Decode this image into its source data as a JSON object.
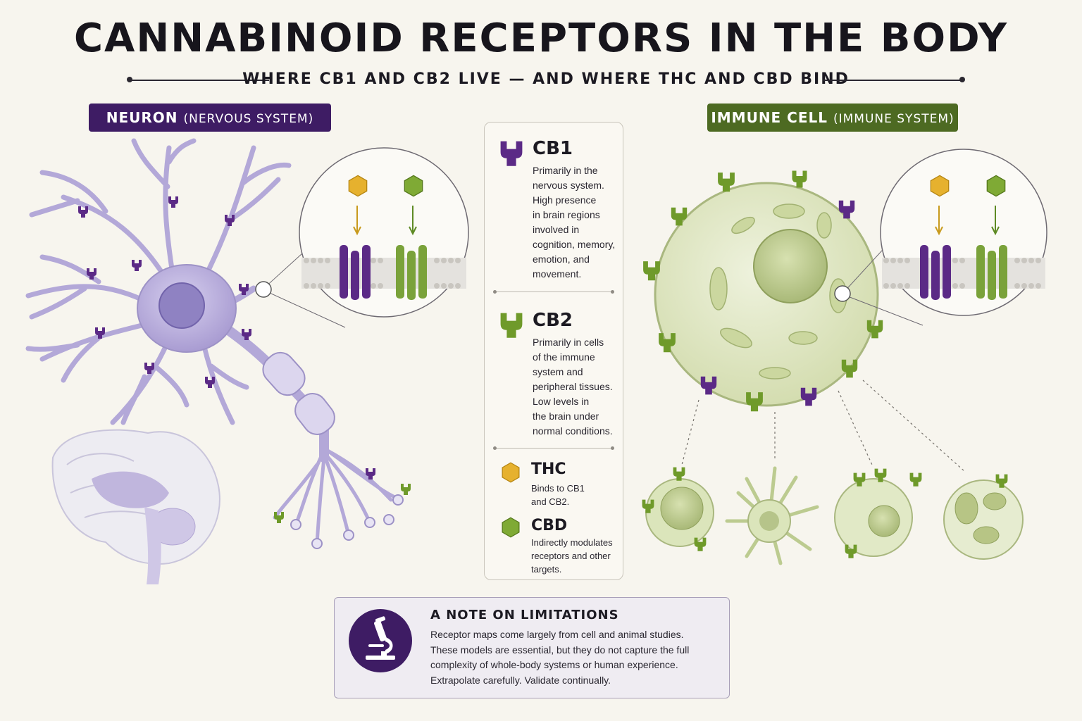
{
  "title": "CANNABINOID RECEPTORS IN THE BODY",
  "subtitle": "WHERE CB1 AND CB2 LIVE — AND WHERE THC AND CBD BIND",
  "neuron_panel": {
    "label": "NEURON",
    "sublabel": "(NERVOUS SYSTEM)"
  },
  "immune_panel": {
    "label": "IMMUNE CELL",
    "sublabel": "(IMMUNE SYSTEM)"
  },
  "legend": {
    "cb1": {
      "name": "CB1",
      "description": [
        "Primarily in the",
        "nervous system.",
        "High presence",
        "in brain regions",
        "involved in",
        "cognition, memory,",
        "emotion, and",
        "movement."
      ]
    },
    "cb2": {
      "name": "CB2",
      "description": [
        "Primarily in cells",
        "of the immune",
        "system and",
        "peripheral tissues.",
        "Low levels in",
        "the brain under",
        "normal conditions."
      ]
    },
    "thc": {
      "name": "THC",
      "description": [
        "Binds to CB1",
        "and CB2."
      ]
    },
    "cbd": {
      "name": "CBD",
      "description": [
        "Indirectly modulates",
        "receptors and other",
        "targets."
      ]
    }
  },
  "note": {
    "title": "A NOTE ON LIMITATIONS",
    "lines": [
      "Receptor maps come largely from cell and animal studies.",
      "These models are essential, but they do not capture the full",
      "complexity of whole-body systems or human experience.",
      "Extrapolate carefully. Validate continually."
    ]
  },
  "colors": {
    "cb1_purple": "#5b2a86",
    "cb2_green": "#6f9a2a",
    "thc_yellow": "#e6b12e",
    "cbd_green": "#7faa35",
    "neuron_lavender": "#b8aedb",
    "immune_pale_green": "#dfe8c4",
    "neuron_pill": "#3e1c64",
    "immune_pill": "#4d6a22"
  },
  "icons": [
    "cb1-receptor-icon",
    "cb2-receptor-icon",
    "thc-hexagon-icon",
    "cbd-hexagon-icon",
    "microscope-icon"
  ]
}
